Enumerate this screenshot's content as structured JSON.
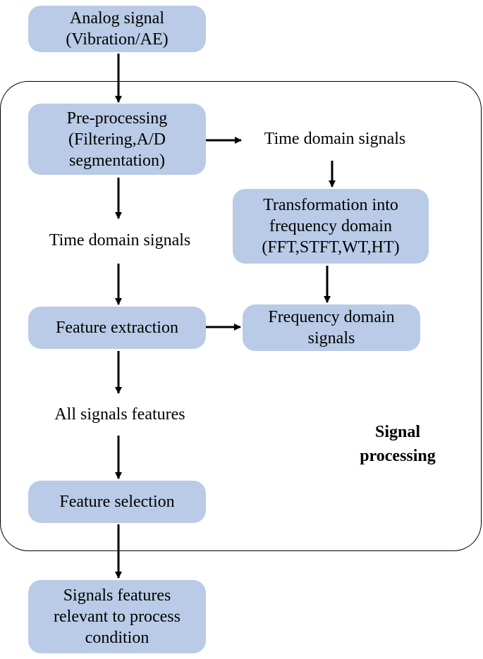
{
  "nodes": {
    "analog": [
      "Analog signal",
      "(Vibration/AE)"
    ],
    "preprocessing": [
      "Pre-processing",
      "(Filtering,A/D",
      "segmentation)"
    ],
    "transformation": [
      "Transformation into",
      "frequency domain",
      "(FFT,STFT,WT,HT)"
    ],
    "feature_extraction": [
      "Feature extraction"
    ],
    "frequency_domain": [
      "Frequency domain",
      "signals"
    ],
    "feature_selection": [
      "Feature selection"
    ],
    "relevant_features": [
      "Signals features",
      "relevant to process",
      "condition"
    ]
  },
  "labels": {
    "time_domain_right": "Time domain signals",
    "time_domain_left": "Time domain signals",
    "all_features": "All signals features"
  },
  "group": {
    "title": [
      "Signal",
      "processing"
    ]
  },
  "colors": {
    "node_fill": "#b9cbe6",
    "border": "#000000"
  }
}
